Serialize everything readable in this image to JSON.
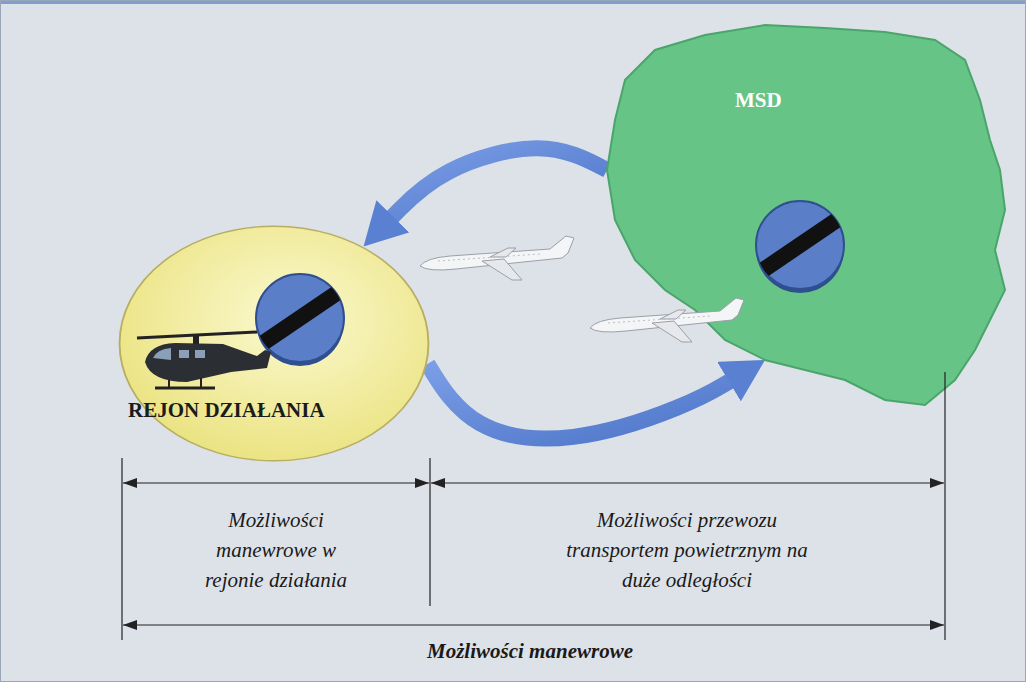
{
  "diagram": {
    "nodes": [
      {
        "text": [
          "REJON DZIAŁANIA"
        ]
      },
      {
        "text": [
          "MSD"
        ]
      }
    ],
    "edges": [
      {
        "from": 1,
        "to": 0,
        "arrow": "to"
      },
      {
        "from": 0,
        "to": 1,
        "arrow": "to"
      }
    ],
    "labels": [
      "Możliwości manewrowe w rejonie działania",
      "Możliwości przewozu transportem powietrznym na duże odległości",
      "Możliwości manewrowe"
    ]
  }
}
